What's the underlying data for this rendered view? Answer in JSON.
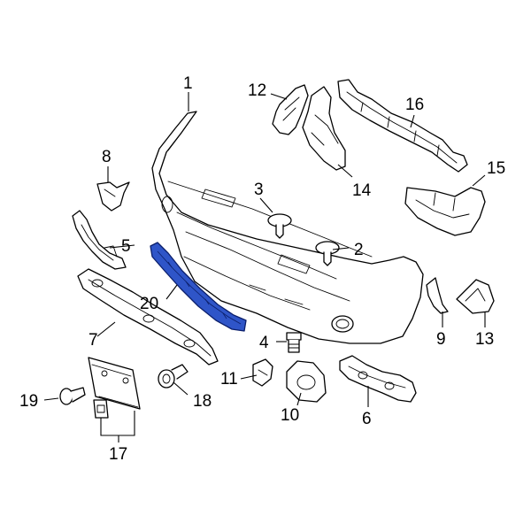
{
  "diagram": {
    "highlight_color": "#2f55c8",
    "callouts": [
      {
        "id": "1",
        "label": "1"
      },
      {
        "id": "2",
        "label": "2"
      },
      {
        "id": "3",
        "label": "3"
      },
      {
        "id": "4",
        "label": "4"
      },
      {
        "id": "5",
        "label": "5"
      },
      {
        "id": "6",
        "label": "6"
      },
      {
        "id": "7",
        "label": "7"
      },
      {
        "id": "8",
        "label": "8"
      },
      {
        "id": "9",
        "label": "9"
      },
      {
        "id": "10",
        "label": "10"
      },
      {
        "id": "11",
        "label": "11"
      },
      {
        "id": "12",
        "label": "12"
      },
      {
        "id": "13",
        "label": "13"
      },
      {
        "id": "14",
        "label": "14"
      },
      {
        "id": "15",
        "label": "15"
      },
      {
        "id": "16",
        "label": "16"
      },
      {
        "id": "17",
        "label": "17"
      },
      {
        "id": "18",
        "label": "18"
      },
      {
        "id": "19",
        "label": "19"
      },
      {
        "id": "20",
        "label": "20"
      }
    ]
  }
}
